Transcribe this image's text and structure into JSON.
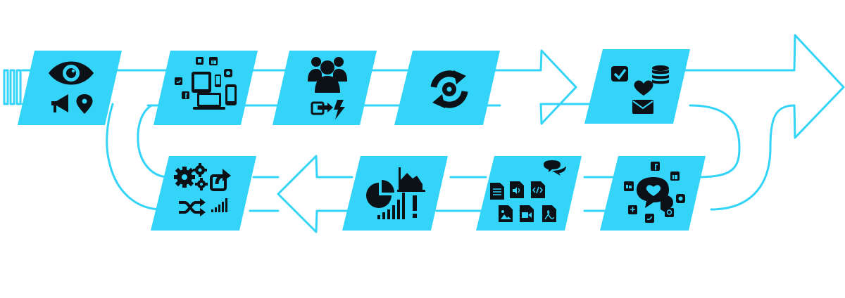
{
  "colors": {
    "tile_fill": "#33d4f7",
    "route_stroke": "#33d4f7",
    "icon_color": "#0b1117",
    "background": "#ffffff"
  },
  "steps": [
    {
      "position": 1,
      "row": "top",
      "icons": [
        "eye-icon",
        "megaphone-icon",
        "map-pin-icon"
      ]
    },
    {
      "position": 2,
      "row": "top",
      "icons": [
        "tablet-icon",
        "laptop-icon",
        "phone-icon",
        "twitter-icon",
        "facebook-icon",
        "linkedin-icon",
        "instagram-icon",
        "tumblr-icon"
      ]
    },
    {
      "position": 3,
      "row": "top",
      "icons": [
        "user-group-icon",
        "share-icon",
        "lightning-icon"
      ]
    },
    {
      "position": 4,
      "row": "top",
      "icons": [
        "sync-icon",
        "disc-icon"
      ]
    },
    {
      "position": 5,
      "row": "top",
      "icons": [
        "checkbox-icon",
        "database-icon",
        "heart-icon",
        "envelope-icon"
      ]
    },
    {
      "position": 6,
      "row": "bottom",
      "icons": [
        "heart-speech-bubble-icon",
        "facebook-icon",
        "linkedin-icon",
        "instagram-icon",
        "pinterest-icon",
        "twitter-icon",
        "google-plus-icon",
        "like-icon"
      ]
    },
    {
      "position": 7,
      "row": "bottom",
      "icons": [
        "chat-bubbles-icon",
        "text-file-icon",
        "audio-file-icon",
        "code-file-icon",
        "image-file-icon",
        "video-file-icon",
        "pdf-file-icon"
      ]
    },
    {
      "position": 8,
      "row": "bottom",
      "icons": [
        "pie-chart-icon",
        "area-chart-icon",
        "bar-chart-icon",
        "exclamation-icon"
      ]
    },
    {
      "position": 9,
      "row": "bottom",
      "icons": [
        "gears-icon",
        "share-arrow-icon",
        "shuffle-icon",
        "signal-bars-icon"
      ]
    }
  ]
}
